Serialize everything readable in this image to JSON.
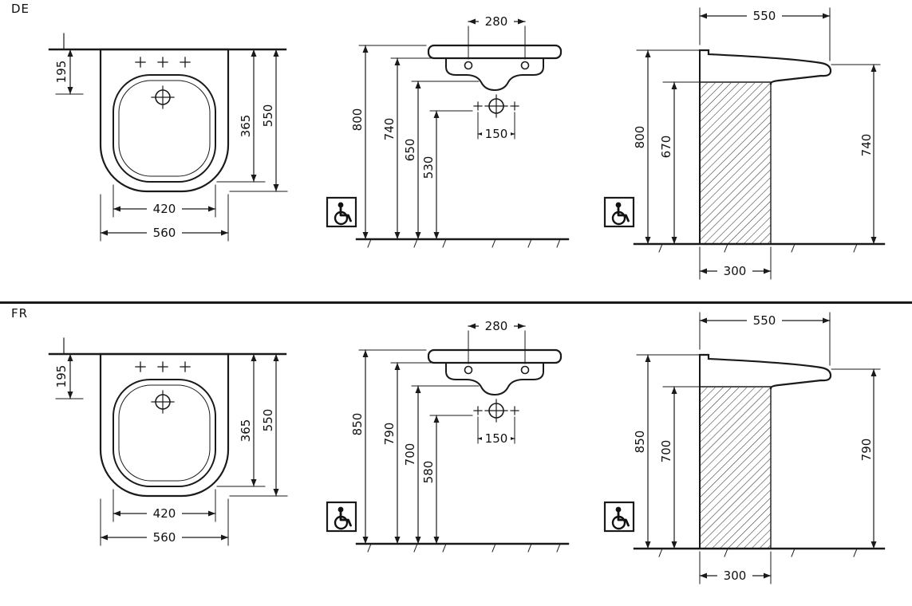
{
  "page": {
    "background": "#ffffff",
    "line_color": "#1a1a1a"
  },
  "icons": {
    "accessibility": "wheelchair-icon"
  },
  "sections": [
    {
      "label": "DE",
      "top_view": {
        "wall_offset": "195",
        "bowl_depth": "365",
        "depth_total": "550",
        "bowl_width": "420",
        "width_total": "560"
      },
      "front_view": {
        "tap_hole_spacing": "280",
        "height_rim": "800",
        "height_under_rim": "740",
        "height_mid": "650",
        "height_clearance": "530",
        "tap_spacing": "150"
      },
      "side_view": {
        "depth": "550",
        "height_rim": "800",
        "height_clearance": "670",
        "height_front": "740",
        "knee_depth": "300"
      }
    },
    {
      "label": "FR",
      "top_view": {
        "wall_offset": "195",
        "bowl_depth": "365",
        "depth_total": "550",
        "bowl_width": "420",
        "width_total": "560"
      },
      "front_view": {
        "tap_hole_spacing": "280",
        "height_rim": "850",
        "height_under_rim": "790",
        "height_mid": "700",
        "height_clearance": "580",
        "tap_spacing": "150"
      },
      "side_view": {
        "depth": "550",
        "height_rim": "850",
        "height_clearance": "700",
        "height_front": "790",
        "knee_depth": "300"
      }
    }
  ]
}
